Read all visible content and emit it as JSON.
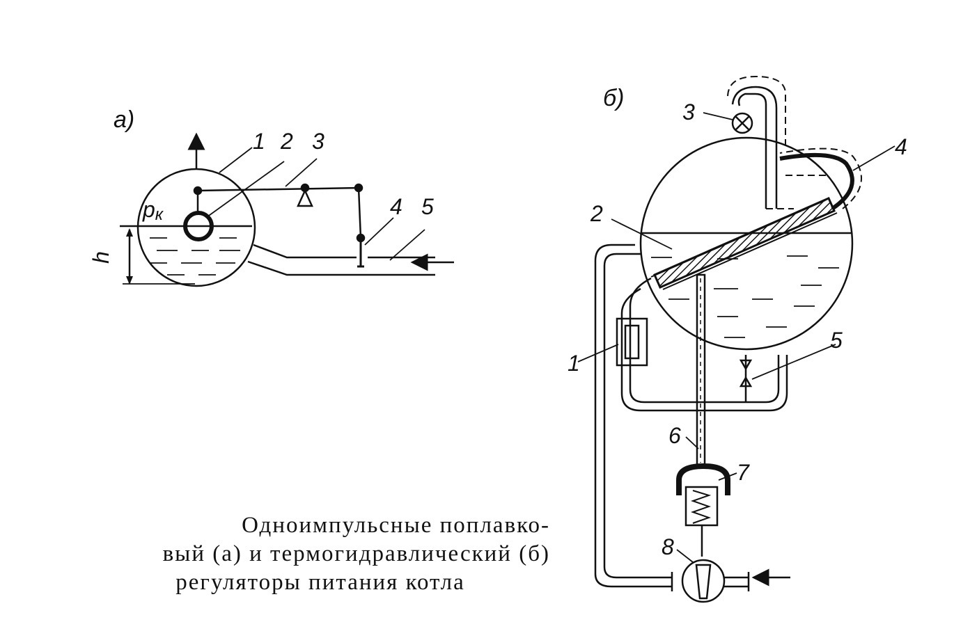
{
  "panel_a": {
    "tag": "а)",
    "labels": [
      "1",
      "2",
      "3",
      "4",
      "5"
    ],
    "pressure": "р",
    "pressure_sub": "к",
    "level": "h"
  },
  "panel_b": {
    "tag": "б)",
    "labels": [
      "1",
      "2",
      "3",
      "4",
      "5",
      "6",
      "7",
      "8"
    ]
  },
  "caption": {
    "line1": "Одноимпульсные поплавко-",
    "line2": "вый (а) и термогидравлический (б)",
    "line3": "регуляторы питания котла"
  },
  "colors": {
    "ink": "#111111",
    "paper": "#ffffff",
    "water": "#333333"
  }
}
